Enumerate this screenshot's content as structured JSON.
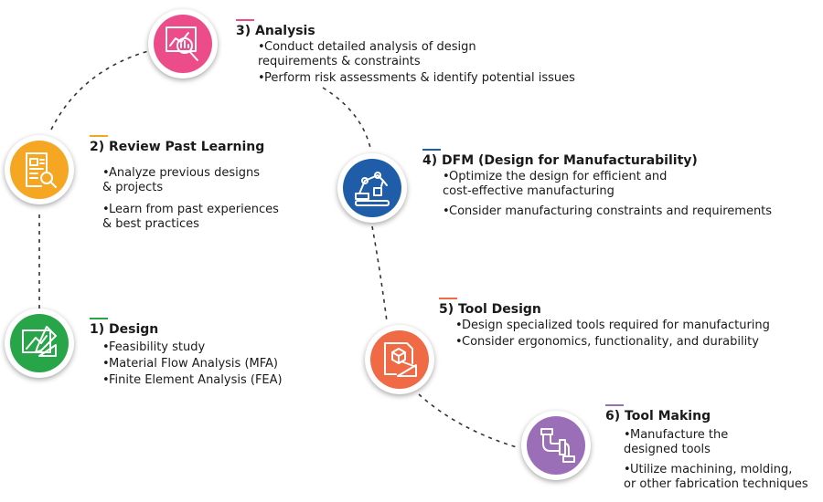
{
  "colors": {
    "design": "#27a548",
    "review": "#f5a623",
    "analysis": "#ec4c8a",
    "dfm": "#1f5da8",
    "tool_design": "#ef6a45",
    "tool_making": "#9b6fb8",
    "connector": "#333333"
  },
  "steps": [
    {
      "id": "design",
      "icon": "drafting-icon",
      "number": "1)",
      "title": "Design",
      "bullets": [
        "Feasibility study",
        "Material Flow Analysis (MFA)",
        "Finite Element Analysis (FEA)"
      ]
    },
    {
      "id": "review",
      "icon": "document-search-icon",
      "number": "2)",
      "title": "Review Past Learning",
      "bullets": [
        "Analyze previous designs\n& projects",
        "Learn from past experiences\n& best practices"
      ]
    },
    {
      "id": "analysis",
      "icon": "analytics-search-icon",
      "number": "3)",
      "title": "Analysis",
      "bullets": [
        "Conduct detailed analysis of design\nrequirements & constraints",
        "Perform risk assessments & identify potential issues"
      ]
    },
    {
      "id": "dfm",
      "icon": "robot-arm-icon",
      "number": "4)",
      "title": "DFM (Design for Manufacturability)",
      "bullets": [
        "Optimize the design for efficient and\ncost-effective manufacturing",
        "Consider manufacturing constraints and requirements"
      ]
    },
    {
      "id": "tool_design",
      "icon": "cube-blueprint-icon",
      "number": "5)",
      "title": "Tool Design",
      "bullets": [
        "Design specialized tools required for manufacturing",
        "Consider ergonomics, functionality, and durability"
      ]
    },
    {
      "id": "tool_making",
      "icon": "pipe-icon",
      "number": "6)",
      "title": "Tool Making",
      "bullets": [
        "Manufacture the\ndesigned tools",
        "Utilize machining, molding,\nor other fabrication techniques"
      ]
    }
  ]
}
